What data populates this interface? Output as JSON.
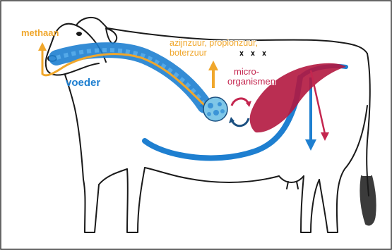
{
  "labels": {
    "methane": "methaan",
    "feed": "voeder",
    "acids_line1": "azijnzuur, propionzuur,",
    "acids_line2": "boterzuur",
    "microbes_line1": "micro-",
    "microbes_line2": "organismen"
  },
  "colors": {
    "methane": "#f0a72c",
    "feed": "#1e7fd0",
    "acids": "#f0a72c",
    "microbes": "#c4264f",
    "outline": "#1a1a1a"
  },
  "icons": {
    "microbe_cluster": "microbe-cluster-icon",
    "cycle_arrows": "cycle-arrows-icon"
  }
}
